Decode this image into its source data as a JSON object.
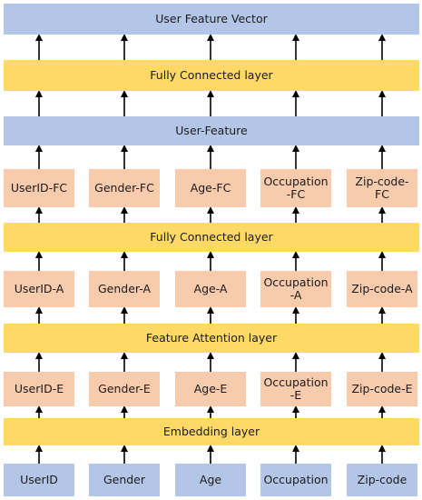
{
  "layers": {
    "user_feature_vector": "User Feature Vector",
    "fc_top": "Fully Connected layer",
    "user_feature": "User-Feature",
    "fc_mid": "Fully Connected layer",
    "feature_attention": "Feature Attention layer",
    "embedding": "Embedding layer"
  },
  "fc_outputs": [
    "UserID-FC",
    "Gender-FC",
    "Age-FC",
    "Occupation\n-FC",
    "Zip-code-\nFC"
  ],
  "attention_outputs": [
    "UserID-A",
    "Gender-A",
    "Age-A",
    "Occupation\n-A",
    "Zip-code-A"
  ],
  "embeddings": [
    "UserID-E",
    "Gender-E",
    "Age-E",
    "Occupation\n-E",
    "Zip-code-E"
  ],
  "inputs": [
    "UserID",
    "Gender",
    "Age",
    "Occupation",
    "Zip-code"
  ],
  "colors": {
    "bar_blue": "#b4c6e7",
    "bar_yellow": "#ffd966",
    "cell_peach": "#f8cbad",
    "arrow": "#000000"
  }
}
